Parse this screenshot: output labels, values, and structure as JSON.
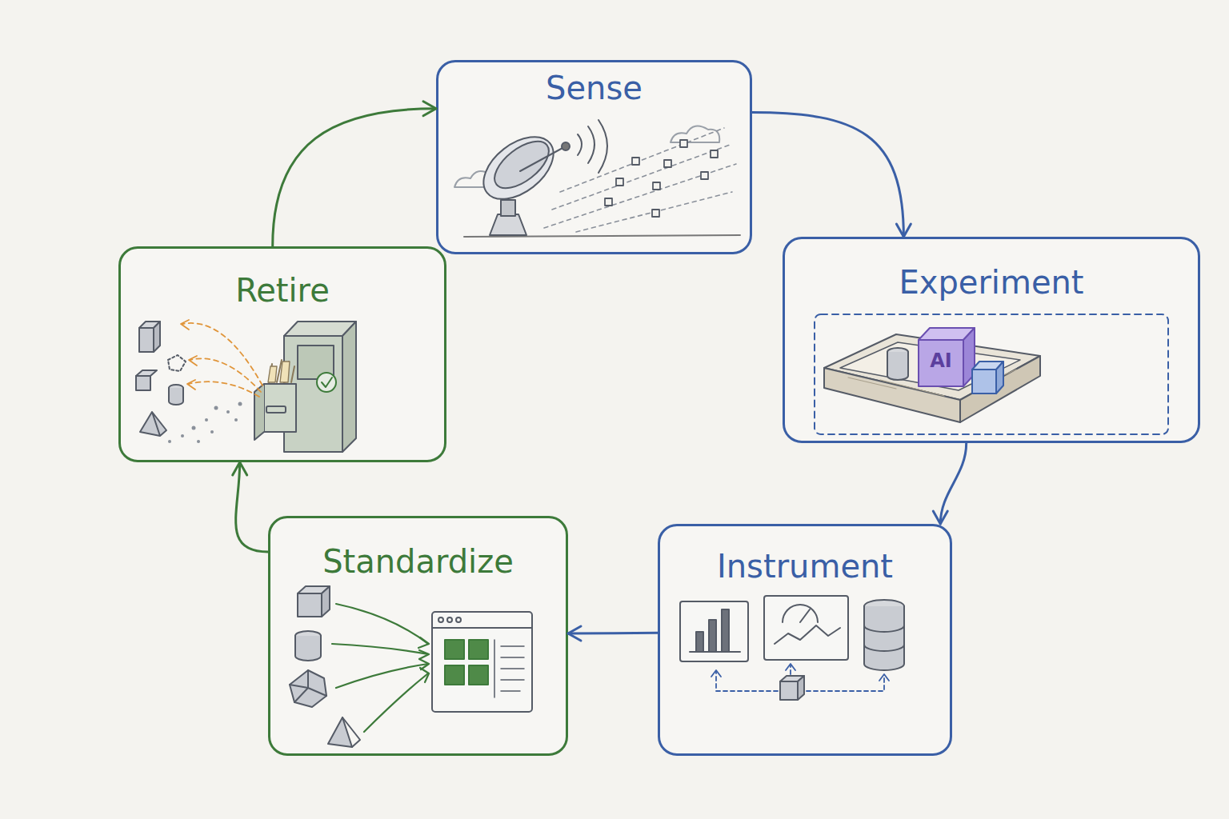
{
  "diagram": {
    "nodes": [
      {
        "text": [
          "Sense"
        ]
      },
      {
        "text": [
          "Experiment"
        ]
      },
      {
        "text": [
          "Instrument"
        ]
      },
      {
        "text": [
          "Standardize"
        ]
      },
      {
        "text": [
          "Retire"
        ]
      }
    ],
    "edges": [
      {
        "from": 0,
        "to": 1,
        "arrow": "to"
      },
      {
        "from": 1,
        "to": 2,
        "arrow": "to"
      },
      {
        "from": 2,
        "to": 3,
        "arrow": "to"
      },
      {
        "from": 3,
        "to": 4,
        "arrow": "to"
      },
      {
        "from": 4,
        "to": 0,
        "arrow": "to"
      }
    ],
    "labels": [
      "AI"
    ]
  }
}
